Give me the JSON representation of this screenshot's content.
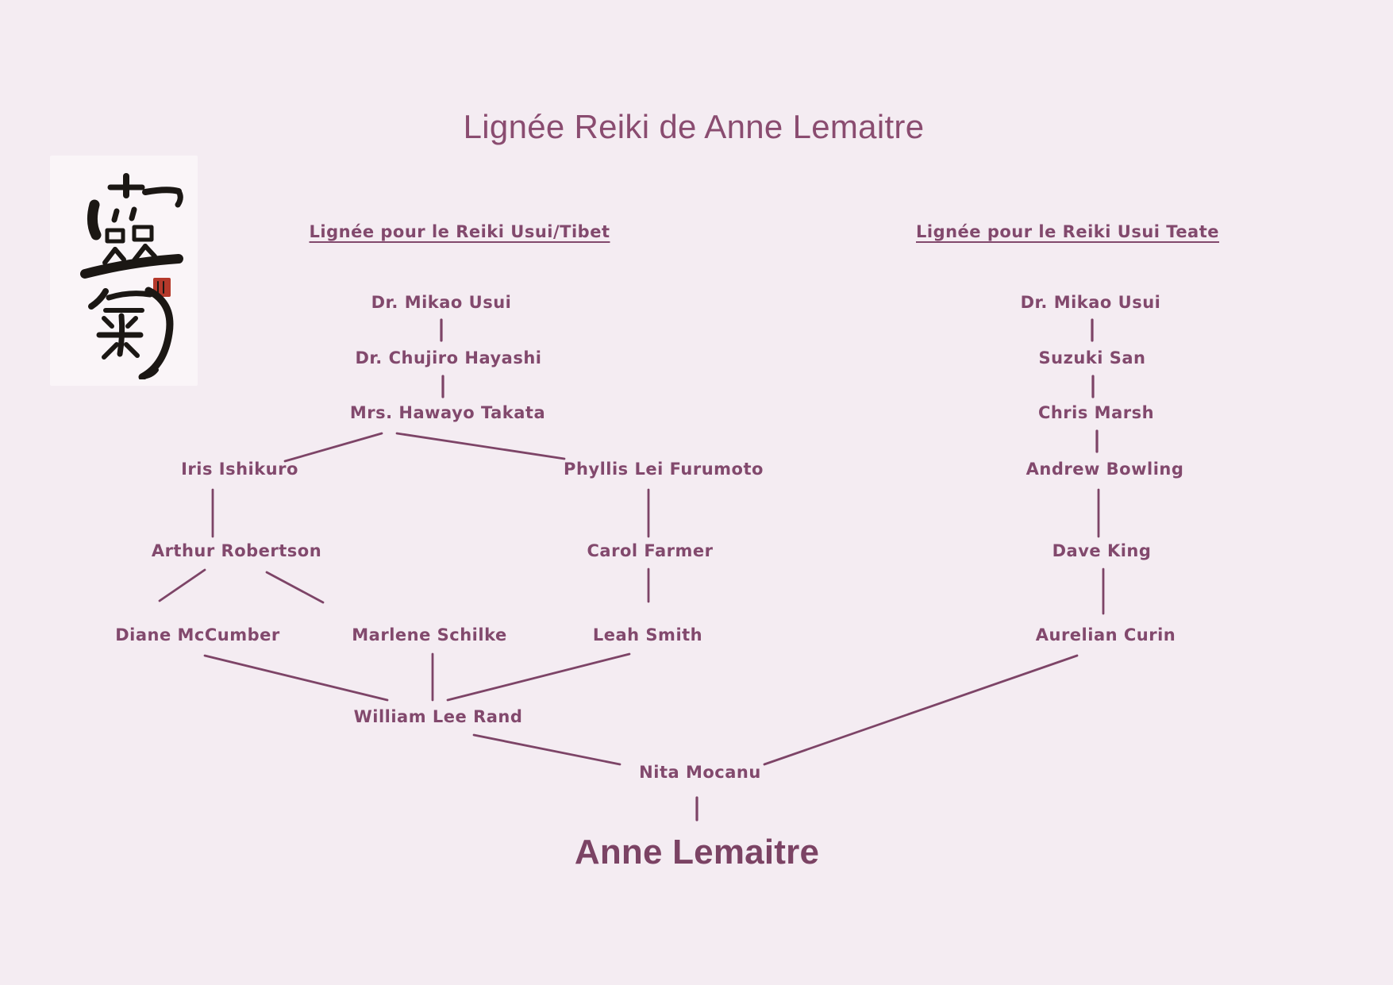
{
  "page": {
    "title": "Lignée Reiki de Anne Lemaitre",
    "background_color": "#f4ecf2",
    "text_color": "#82496d",
    "line_color": "#7d4467",
    "title_color": "#8a4c70"
  },
  "logo": {
    "characters": "靈氣",
    "ink_color": "#1b1714",
    "seal_color": "#b5392b"
  },
  "left_lineage": {
    "header": "Lignée pour le Reiki Usui/Tibet",
    "members": {
      "usui": "Dr. Mikao Usui",
      "hayashi": "Dr. Chujiro Hayashi",
      "takata": "Mrs. Hawayo Takata",
      "ishikuro": "Iris Ishikuro",
      "furumoto": "Phyllis Lei Furumoto",
      "robertson": "Arthur Robertson",
      "farmer": "Carol Farmer",
      "mccumber": "Diane McCumber",
      "schilke": "Marlene Schilke",
      "smith": "Leah Smith",
      "rand": "William Lee Rand"
    },
    "edges": [
      [
        "Dr. Mikao Usui",
        "Dr. Chujiro Hayashi"
      ],
      [
        "Dr. Chujiro Hayashi",
        "Mrs. Hawayo Takata"
      ],
      [
        "Mrs. Hawayo Takata",
        "Iris Ishikuro"
      ],
      [
        "Mrs. Hawayo Takata",
        "Phyllis Lei Furumoto"
      ],
      [
        "Iris Ishikuro",
        "Arthur Robertson"
      ],
      [
        "Arthur Robertson",
        "Diane McCumber"
      ],
      [
        "Arthur Robertson",
        "Marlene Schilke"
      ],
      [
        "Phyllis Lei Furumoto",
        "Carol Farmer"
      ],
      [
        "Carol Farmer",
        "Leah Smith"
      ],
      [
        "Diane McCumber",
        "William Lee Rand"
      ],
      [
        "Marlene Schilke",
        "William Lee Rand"
      ],
      [
        "Leah Smith",
        "William Lee Rand"
      ],
      [
        "William Lee Rand",
        "Nita Mocanu"
      ]
    ]
  },
  "right_lineage": {
    "header": "Lignée pour le Reiki Usui Teate",
    "members": {
      "usui": "Dr. Mikao Usui",
      "suzuki": "Suzuki San",
      "marsh": "Chris Marsh",
      "bowling": "Andrew Bowling",
      "king": "Dave King",
      "curin": "Aurelian Curin"
    },
    "edges": [
      [
        "Dr. Mikao Usui",
        "Suzuki San"
      ],
      [
        "Suzuki San",
        "Chris Marsh"
      ],
      [
        "Chris Marsh",
        "Andrew Bowling"
      ],
      [
        "Andrew Bowling",
        "Dave King"
      ],
      [
        "Dave King",
        "Aurelian Curin"
      ],
      [
        "Aurelian Curin",
        "Nita Mocanu"
      ]
    ]
  },
  "merge": {
    "mocanu": "Nita Mocanu",
    "lemaitre": "Anne Lemaitre",
    "edges": [
      [
        "Nita Mocanu",
        "Anne Lemaitre"
      ]
    ]
  }
}
